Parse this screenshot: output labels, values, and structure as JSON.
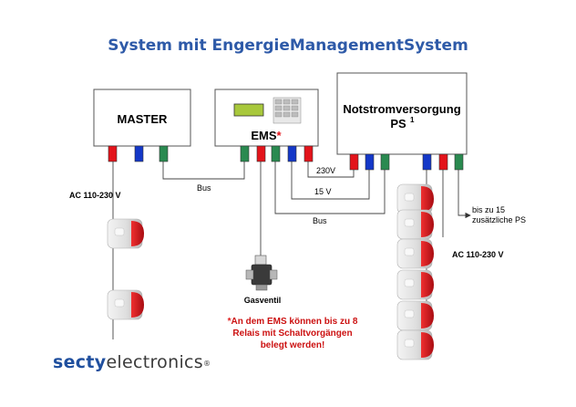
{
  "title": "System mit EngergieManagementSystem",
  "boxes": {
    "master": "MASTER",
    "ems": "EMS",
    "ems_asterisk": "*",
    "ps_line1": "Notstromversorgung",
    "ps_line2": "PS",
    "ps_sup": "1"
  },
  "labels": {
    "bus_top": "Bus",
    "bus_bottom": "Bus",
    "v230": "230V",
    "v15": "15 V",
    "ac_left": "AC 110-230 V",
    "ac_right": "AC 110-230 V",
    "extra_line1": "bis zu 15",
    "extra_line2": "zusätzliche PS",
    "gas": "Gasventil"
  },
  "note": {
    "asterisk": "*",
    "line1": "An dem EMS können bis zu 8",
    "line2": "Relais mit Schaltvorgängen",
    "line3": "belegt werden!"
  },
  "logo": {
    "part1": "secty",
    "part2": "electronics",
    "mark": "®"
  },
  "colors": {
    "title": "#2e5aa8",
    "red": "#e3141b",
    "blue": "#1438c8",
    "green": "#2a8a50",
    "lcd": "#a8c83c"
  }
}
